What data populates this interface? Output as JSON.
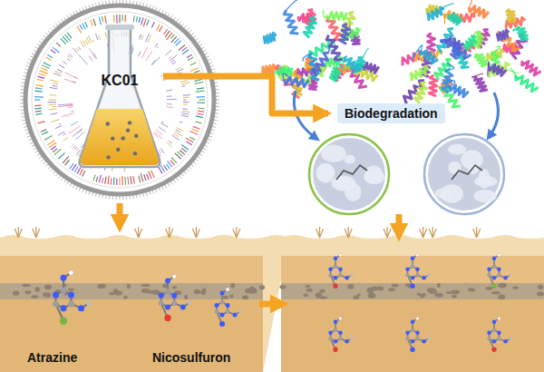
{
  "diagram": {
    "nodes": [
      {
        "text": [
          "KC01"
        ]
      },
      {
        "text": [
          "Biodegradation"
        ]
      }
    ],
    "edges": [
      {
        "from": 0,
        "to": 1,
        "arrow": "to"
      }
    ],
    "labels": [
      "Atrazine",
      "Nicosulfuron"
    ]
  }
}
